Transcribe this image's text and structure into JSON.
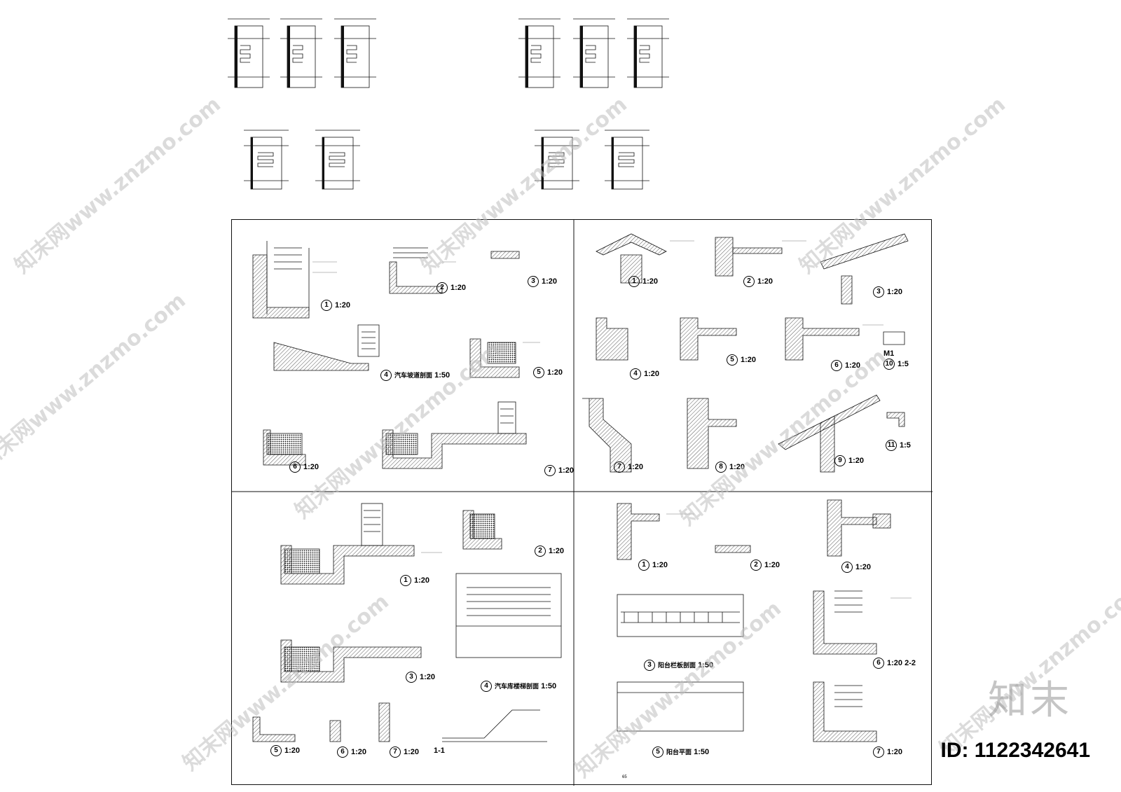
{
  "watermark": {
    "text": "知末网www.znzmo.com"
  },
  "brand": {
    "logo_text": "知末",
    "id_text": "ID: 1122342641"
  },
  "page_number": "65",
  "details": {
    "tl": [
      {
        "num": "1",
        "scale": "1:20"
      },
      {
        "num": "2",
        "scale": "1:20"
      },
      {
        "num": "3",
        "scale": "1:20"
      },
      {
        "num": "4",
        "scale": "1:50"
      },
      {
        "num": "5",
        "scale": "1:20"
      },
      {
        "num": "6",
        "scale": "1:20"
      },
      {
        "num": "7",
        "scale": "1:20"
      }
    ],
    "tr": [
      {
        "num": "1",
        "scale": "1:20"
      },
      {
        "num": "2",
        "scale": "1:20"
      },
      {
        "num": "3",
        "scale": "1:20"
      },
      {
        "num": "4",
        "scale": "1:20"
      },
      {
        "num": "5",
        "scale": "1:20"
      },
      {
        "num": "6",
        "scale": "1:20"
      },
      {
        "num": "10",
        "scale": "1:5"
      },
      {
        "num": "7",
        "scale": "1:20"
      },
      {
        "num": "8",
        "scale": "1:20"
      },
      {
        "num": "9",
        "scale": "1:20"
      },
      {
        "num": "11",
        "scale": "1:5"
      }
    ],
    "bl": [
      {
        "num": "1",
        "scale": "1:20"
      },
      {
        "num": "2",
        "scale": "1:20"
      },
      {
        "num": "3",
        "scale": "1:20"
      },
      {
        "num": "4",
        "scale": "1:50"
      },
      {
        "num": "5",
        "scale": "1:20"
      },
      {
        "num": "6",
        "scale": "1:20"
      },
      {
        "num": "7",
        "scale": "1:20"
      }
    ],
    "br": [
      {
        "num": "1",
        "scale": "1:20"
      },
      {
        "num": "2",
        "scale": "1:20"
      },
      {
        "num": "4",
        "scale": "1:20"
      },
      {
        "num": "3",
        "scale": "1:50"
      },
      {
        "num": "6",
        "scale": "1:20"
      },
      {
        "num": "5",
        "scale": "1:50"
      },
      {
        "num": "7",
        "scale": "1:20"
      }
    ]
  },
  "marks": {
    "m1": "M1",
    "car_ramp_section": "汽车坡道剖面",
    "car_stair_section": "汽车库楼梯剖面",
    "balcony_section": "阳台栏板剖面",
    "balcony_plan": "阳台平面",
    "section_1_1": "1-1",
    "section_2_2": "2-2"
  }
}
